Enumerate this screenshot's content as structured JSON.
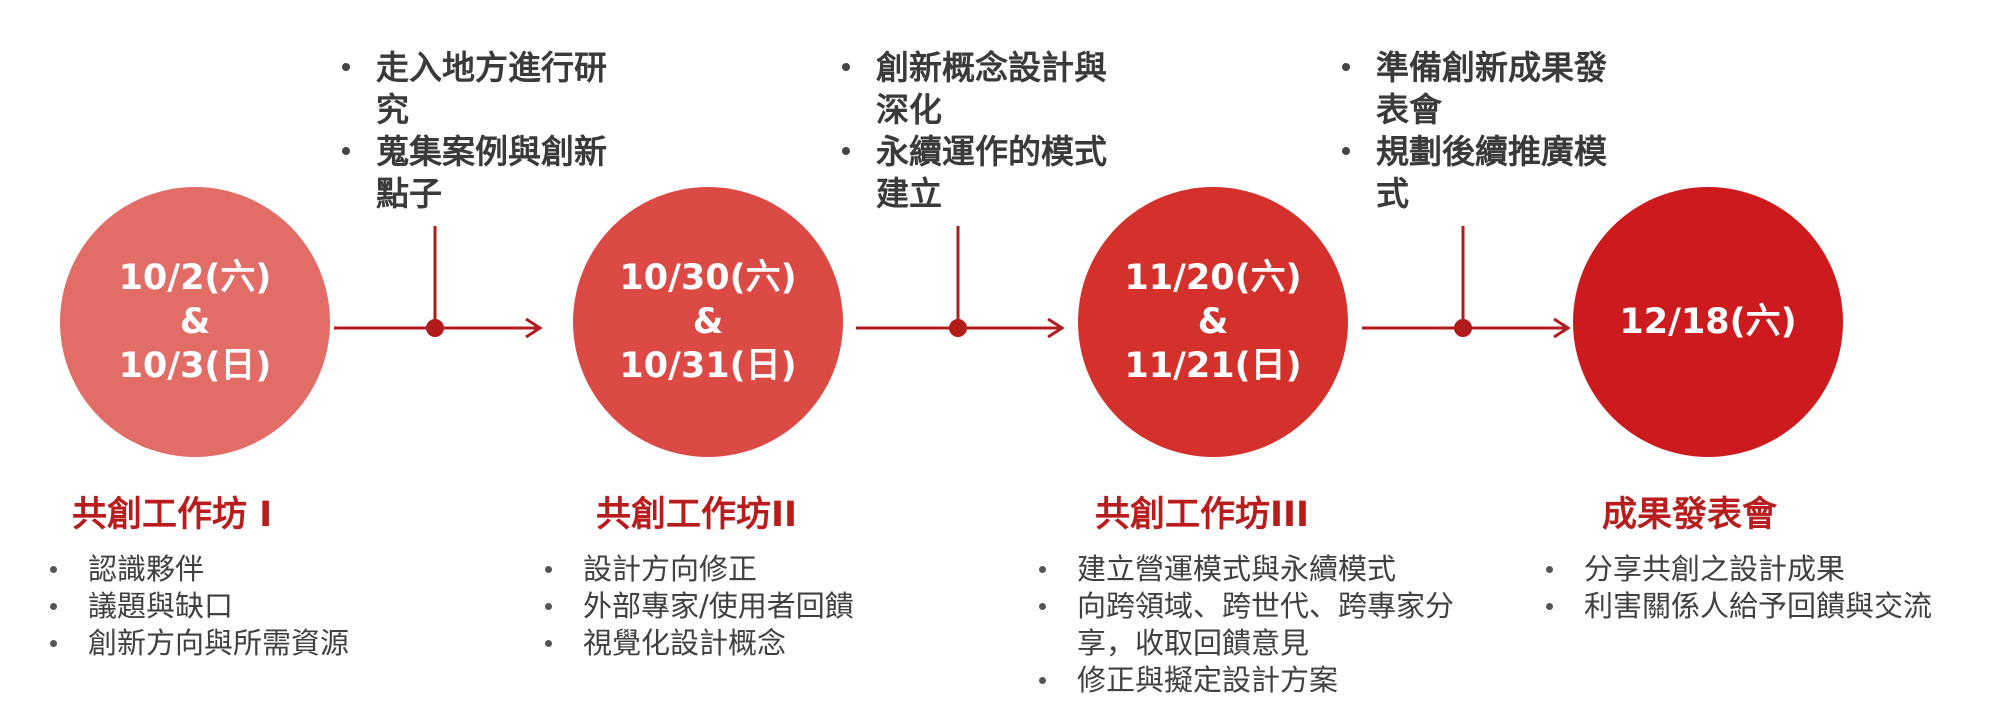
{
  "colors": {
    "accent": "#b81c1c",
    "connector": "#b01c1c",
    "circle_1": "#e26d67",
    "circle_2": "#dc4a46",
    "circle_3": "#d4302c",
    "circle_4": "#cc1a1e"
  },
  "stages": [
    {
      "date_lines": [
        "10/2(六)",
        "&",
        "10/3(日)"
      ],
      "title": "共創工作坊 I",
      "bullets": [
        "認識夥伴",
        "議題與缺口",
        "創新方向與所需資源"
      ]
    },
    {
      "date_lines": [
        "10/30(六)",
        "&",
        "10/31(日)"
      ],
      "title": "共創工作坊II",
      "bullets": [
        "設計方向修正",
        "外部專家/使用者回饋",
        "視覺化設計概念"
      ]
    },
    {
      "date_lines": [
        "11/20(六)",
        "&",
        "11/21(日)"
      ],
      "title": "共創工作坊III",
      "bullets": [
        "建立營運模式與永續模式",
        "向跨領域、跨世代、跨專家分享，收取回饋意見",
        "修正與擬定設計方案"
      ]
    },
    {
      "date_lines": [
        "12/18(六)"
      ],
      "title": "成果發表會",
      "bullets": [
        "分享共創之設計成果",
        "利害關係人給予回饋與交流"
      ]
    }
  ],
  "transitions": [
    {
      "bullets": [
        "走入地方進行研究",
        "蒐集案例與創新點子"
      ]
    },
    {
      "bullets": [
        "創新概念設計與深化",
        "永續運作的模式建立"
      ]
    },
    {
      "bullets": [
        "準備創新成果發表會",
        "規劃後續推廣模式"
      ]
    }
  ]
}
